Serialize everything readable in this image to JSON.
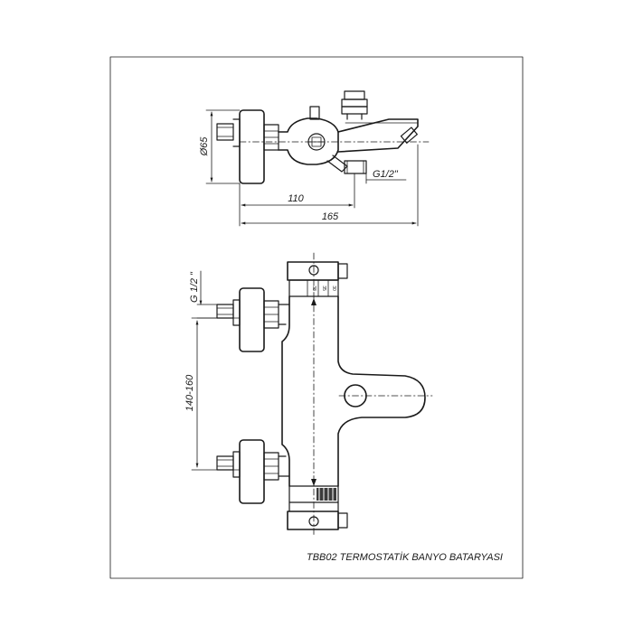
{
  "drawing": {
    "title": "TBB02 TERMOSTATİK BANYO BATARYASI",
    "dimensions": {
      "diameter": "Ø65",
      "thread_top": "G1/2\"",
      "length_110": "110",
      "length_165": "165",
      "thread_side": "G 1/2 \"",
      "spacing": "140-160"
    },
    "scale_marks": [
      "38",
      "35",
      "30"
    ]
  }
}
